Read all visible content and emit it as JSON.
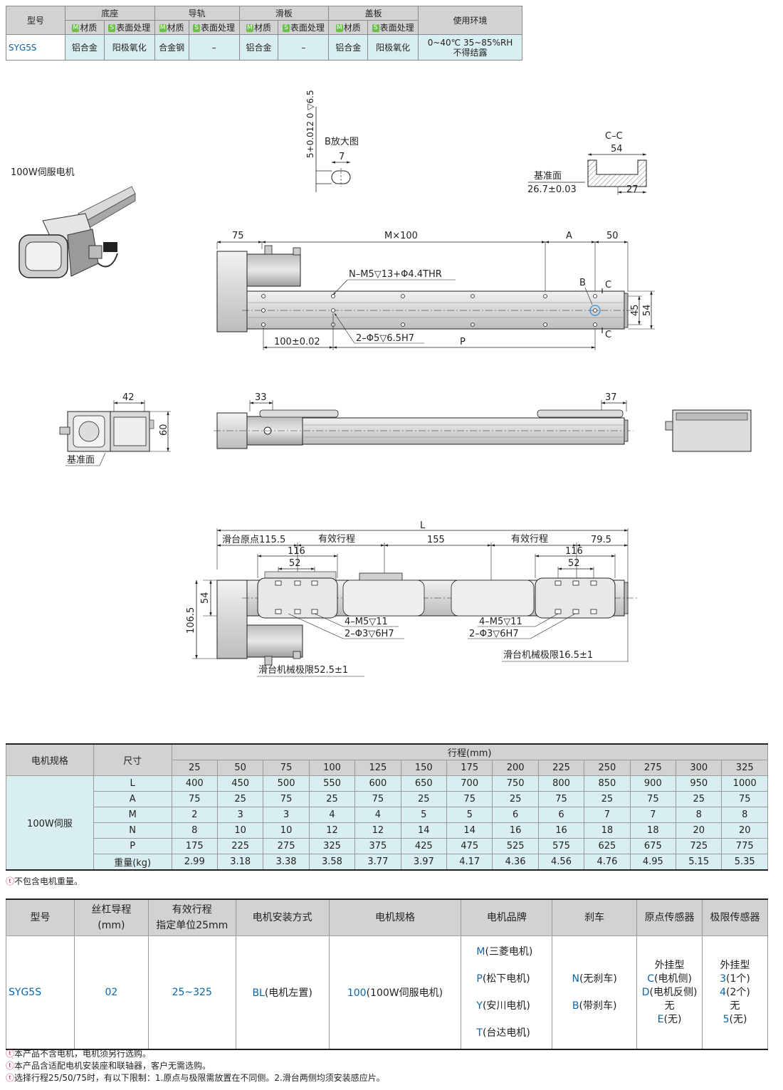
{
  "material_table": {
    "headers": {
      "model": "型号",
      "base": "底座",
      "rail": "导轨",
      "slider": "滑板",
      "cover": "盖板",
      "env": "使用环境",
      "m_label": "材质",
      "s_label": "表面处理",
      "m_tag": "M",
      "s_tag": "S"
    },
    "row": {
      "model": "SYG5S",
      "base_m": "铝合金",
      "base_s": "阳极氧化",
      "rail_m": "合金钢",
      "rail_s": "–",
      "slider_m": "铝合金",
      "slider_s": "–",
      "cover_m": "铝合金",
      "cover_s": "阳极氧化",
      "env_1": "0~40℃  35~85%RH",
      "env_2": "不得结露"
    }
  },
  "drawing_labels": {
    "motor_caption": "100W伺服电机",
    "b_detail": "B放大图",
    "b_dim7": "7",
    "b_depth": "5+0.012 0 ▽6.5",
    "cc_title": "C–C",
    "cc_54": "54",
    "cc_ref": "基准面",
    "cc_26": "26.7±0.03",
    "cc_27": "27",
    "top_75": "75",
    "top_m100": "M×100",
    "top_a": "A",
    "top_50": "50",
    "top_nm5": "N–M5▽13+Φ4.4THR",
    "top_b": "B",
    "top_c1": "C",
    "top_c2": "C",
    "top_45": "45",
    "top_54": "54",
    "top_100": "100±0.02",
    "top_2phi5": "2–Φ5▽6.5H7",
    "top_p": "P",
    "side_42": "42",
    "side_60": "60",
    "side_ref": "基准面",
    "side_33": "33",
    "side_37": "37",
    "bot_l": "L",
    "bot_origin": "滑台原点115.5",
    "bot_stroke1": "有效行程",
    "bot_155": "155",
    "bot_stroke2": "有效行程",
    "bot_79": "79.5",
    "bot_116a": "116",
    "bot_52a": "52",
    "bot_116b": "116",
    "bot_52b": "52",
    "bot_54": "54",
    "bot_106": "106.5",
    "bot_m5a": "4–M5▽11",
    "bot_phi3a": "2–Φ3▽6H7",
    "bot_m5b": "4–M5▽11",
    "bot_phi3b": "2–Φ3▽6H7",
    "bot_limit1": "滑台机械极限16.5±1",
    "bot_limit2": "滑台机械极限52.5±1"
  },
  "spec_table": {
    "h_motor": "电机规格",
    "h_size": "尺寸",
    "h_stroke": "行程(mm)",
    "strokes": [
      "25",
      "50",
      "75",
      "100",
      "125",
      "150",
      "175",
      "200",
      "225",
      "250",
      "275",
      "300",
      "325"
    ],
    "motor": "100W伺服",
    "rows": [
      {
        "label": "L",
        "values": [
          "400",
          "450",
          "500",
          "550",
          "600",
          "650",
          "700",
          "750",
          "800",
          "850",
          "900",
          "950",
          "1000"
        ]
      },
      {
        "label": "A",
        "values": [
          "75",
          "25",
          "75",
          "25",
          "75",
          "25",
          "75",
          "25",
          "75",
          "25",
          "75",
          "25",
          "75"
        ]
      },
      {
        "label": "M",
        "values": [
          "2",
          "3",
          "3",
          "4",
          "4",
          "5",
          "5",
          "6",
          "6",
          "7",
          "7",
          "8",
          "8"
        ]
      },
      {
        "label": "N",
        "values": [
          "8",
          "10",
          "10",
          "12",
          "12",
          "14",
          "14",
          "16",
          "16",
          "18",
          "18",
          "20",
          "20"
        ]
      },
      {
        "label": "P",
        "values": [
          "175",
          "225",
          "275",
          "325",
          "375",
          "425",
          "475",
          "525",
          "575",
          "625",
          "675",
          "725",
          "775"
        ]
      },
      {
        "label": "重量(kg)",
        "values": [
          "2.99",
          "3.18",
          "3.38",
          "3.58",
          "3.77",
          "3.97",
          "4.17",
          "4.36",
          "4.56",
          "4.76",
          "4.95",
          "5.15",
          "5.35"
        ]
      }
    ],
    "note_mark": "ⓣ",
    "note": "不包含电机重量。"
  },
  "order_table": {
    "headers": {
      "model": "型号",
      "lead_1": "丝杠导程",
      "lead_2": "(mm)",
      "stroke_1": "有效行程",
      "stroke_2": "指定单位25mm",
      "mount": "电机安装方式",
      "spec": "电机规格",
      "brand": "电机品牌",
      "brake": "刹车",
      "origin": "原点传感器",
      "limit": "极限传感器"
    },
    "row": {
      "model": "SYG5S",
      "lead": "02",
      "stroke": "25~325",
      "mount_code": "BL",
      "mount_desc": "(电机左置)",
      "spec_code": "100",
      "spec_desc": "(100W伺服电机)",
      "brands": [
        {
          "code": "M",
          "desc": "(三菱电机)"
        },
        {
          "code": "P",
          "desc": "(松下电机)"
        },
        {
          "code": "Y",
          "desc": "(安川电机)"
        },
        {
          "code": "T",
          "desc": "(台达电机)"
        }
      ],
      "brakes": [
        {
          "code": "N",
          "desc": "(无刹车)"
        },
        {
          "code": "B",
          "desc": "(带刹车)"
        }
      ],
      "origin_type": "外挂型",
      "origin_c_code": "C",
      "origin_c_desc": "(电机侧)",
      "origin_d_code": "D",
      "origin_d_desc": "(电机反侧)",
      "origin_none": "无",
      "origin_e_code": "E",
      "origin_e_desc": "(无)",
      "limit_type": "外挂型",
      "limit_3_code": "3",
      "limit_3_desc": "(1个)",
      "limit_4_code": "4",
      "limit_4_desc": "(2个)",
      "limit_none": "无",
      "limit_5_code": "5",
      "limit_5_desc": "(无)"
    },
    "notes_mark": "ⓣ",
    "notes": [
      "本产品不含电机，电机须另行选购。",
      "本产品含适配电机安装座和联轴器，客户无需选购。",
      "选择行程25/50/75时，有以下限制：1.原点与极限需放置在不同侧。2.滑台两侧均须安装感应片。"
    ]
  }
}
